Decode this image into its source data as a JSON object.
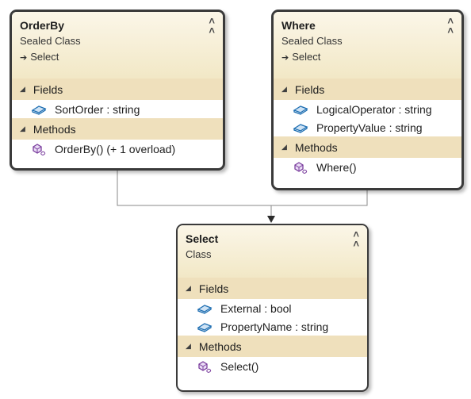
{
  "diagram": {
    "classes": [
      {
        "id": "orderby",
        "name": "OrderBy",
        "kind": "Sealed Class",
        "base": "Select",
        "fields_label": "Fields",
        "methods_label": "Methods",
        "fields": [
          {
            "text": "SortOrder : string"
          }
        ],
        "methods": [
          {
            "text": "OrderBy() (+ 1 overload)"
          }
        ]
      },
      {
        "id": "where",
        "name": "Where",
        "kind": "Sealed Class",
        "base": "Select",
        "fields_label": "Fields",
        "methods_label": "Methods",
        "fields": [
          {
            "text": "LogicalOperator : string"
          },
          {
            "text": "PropertyValue : string"
          }
        ],
        "methods": [
          {
            "text": "Where()"
          }
        ]
      },
      {
        "id": "select",
        "name": "Select",
        "kind": "Class",
        "fields_label": "Fields",
        "methods_label": "Methods",
        "fields": [
          {
            "text": "External : bool"
          },
          {
            "text": "PropertyName : string"
          }
        ],
        "methods": [
          {
            "text": "Select()"
          }
        ]
      }
    ],
    "relations": [
      {
        "from": "OrderBy",
        "to": "Select",
        "type": "inheritance"
      },
      {
        "from": "Where",
        "to": "Select",
        "type": "inheritance"
      }
    ],
    "icons": {
      "collapse": "double-chevron-up-icon",
      "section_toggle": "triangle-expanded-icon",
      "base_type": "inheritance-arrow-icon",
      "field": "field-icon",
      "method": "method-icon"
    },
    "colors": {
      "header_gradient_top": "#fbf6e8",
      "header_gradient_bottom": "#f2e8c6",
      "section_bar": "#efe0bc",
      "border": "#3a3a3a",
      "field_icon": "#1f6fb2",
      "method_icon": "#7b3f9e",
      "connector": "#8a8a8a"
    }
  }
}
